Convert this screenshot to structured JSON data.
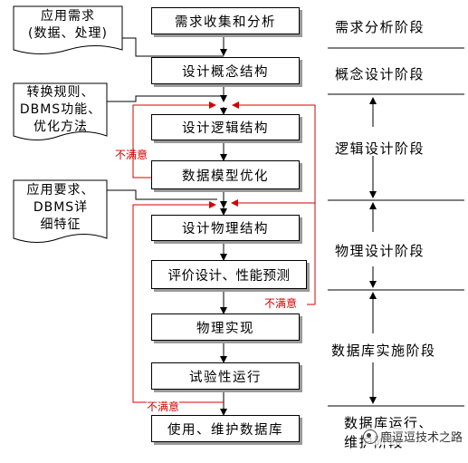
{
  "inputs": {
    "requirements": [
      "应用需求",
      "(数据、处理)"
    ],
    "transform": [
      "转换规则、",
      "DBMS功能、",
      "优化方法"
    ],
    "app_dbms": [
      "应用要求、",
      "DBMS详",
      "细特征"
    ]
  },
  "steps": {
    "s1": "需求收集和分析",
    "s2": "设计概念结构",
    "s3": "设计逻辑结构",
    "s4": "数据模型优化",
    "s5": "设计物理结构",
    "s6": "评价设计、性能预测",
    "s7": "物理实现",
    "s8": "试验性运行",
    "s9": "使用、维护数据库"
  },
  "stages": {
    "p1": "需求分析阶段",
    "p2": "概念设计阶段",
    "p3": "逻辑设计阶段",
    "p4": "物理设计阶段",
    "p5": "数据库实施阶段",
    "p6a": "数据库运行、",
    "p6b": "维护阶段"
  },
  "feedback": {
    "f1": "不满意",
    "f2": "不满意",
    "f3": "不满意"
  },
  "watermark": "鹿逗逗技术之路",
  "colors": {
    "feedback": "#d40000",
    "line": "#000000",
    "shadow": "#9a9a9a"
  }
}
